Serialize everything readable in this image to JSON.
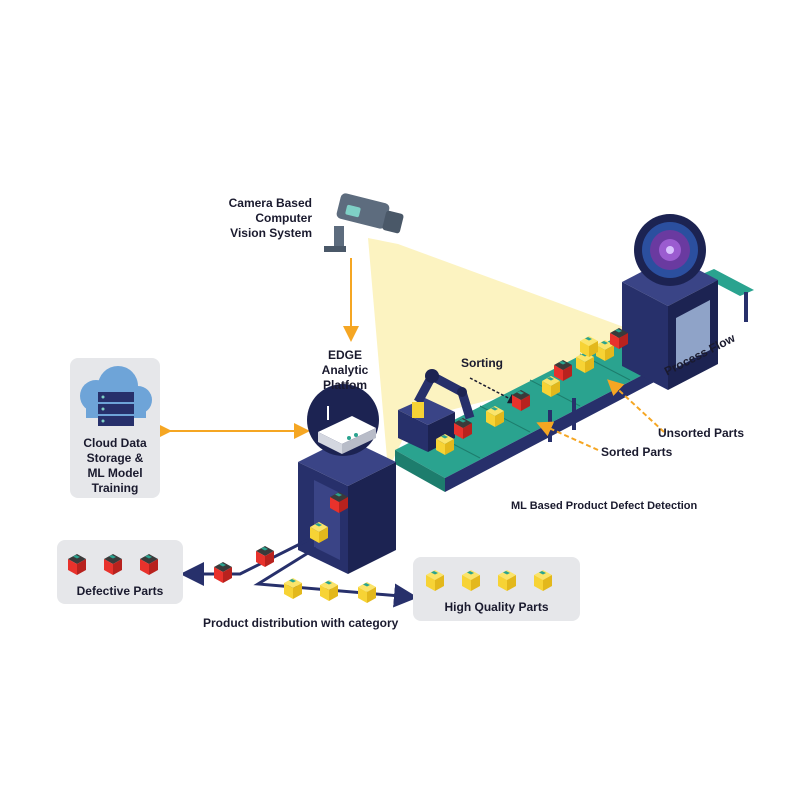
{
  "labels": {
    "camera": "Camera Based\nComputer\nVision System",
    "edge": "EDGE\nAnalytic\nPlatfom",
    "cloud": "Cloud Data\nStorage &\nML Model\nTraining",
    "sorting": "Sorting",
    "unsorted": "Unsorted Parts",
    "sorted": "Sorted Parts",
    "process_flow": "Process Flow",
    "ml_detection": "ML Based Product Defect Detection",
    "defective": "Defective Parts",
    "high_quality": "High Quality Parts",
    "distribution": "Product distribution with category"
  },
  "colors": {
    "navy": "#27306b",
    "navy_dark": "#1c2352",
    "conveyor": "#2aa38f",
    "conveyor_dark": "#1d7d6d",
    "beam": "#fbf1b6",
    "arrow_orange": "#f5a623",
    "defect_red": "#e8322c",
    "good_yellow": "#f7d335",
    "panel_gray": "#e6e7ea"
  },
  "icons": [
    "camera-icon",
    "cloud-server-icon",
    "router-icon",
    "robot-arm-icon",
    "scanner-icon"
  ]
}
